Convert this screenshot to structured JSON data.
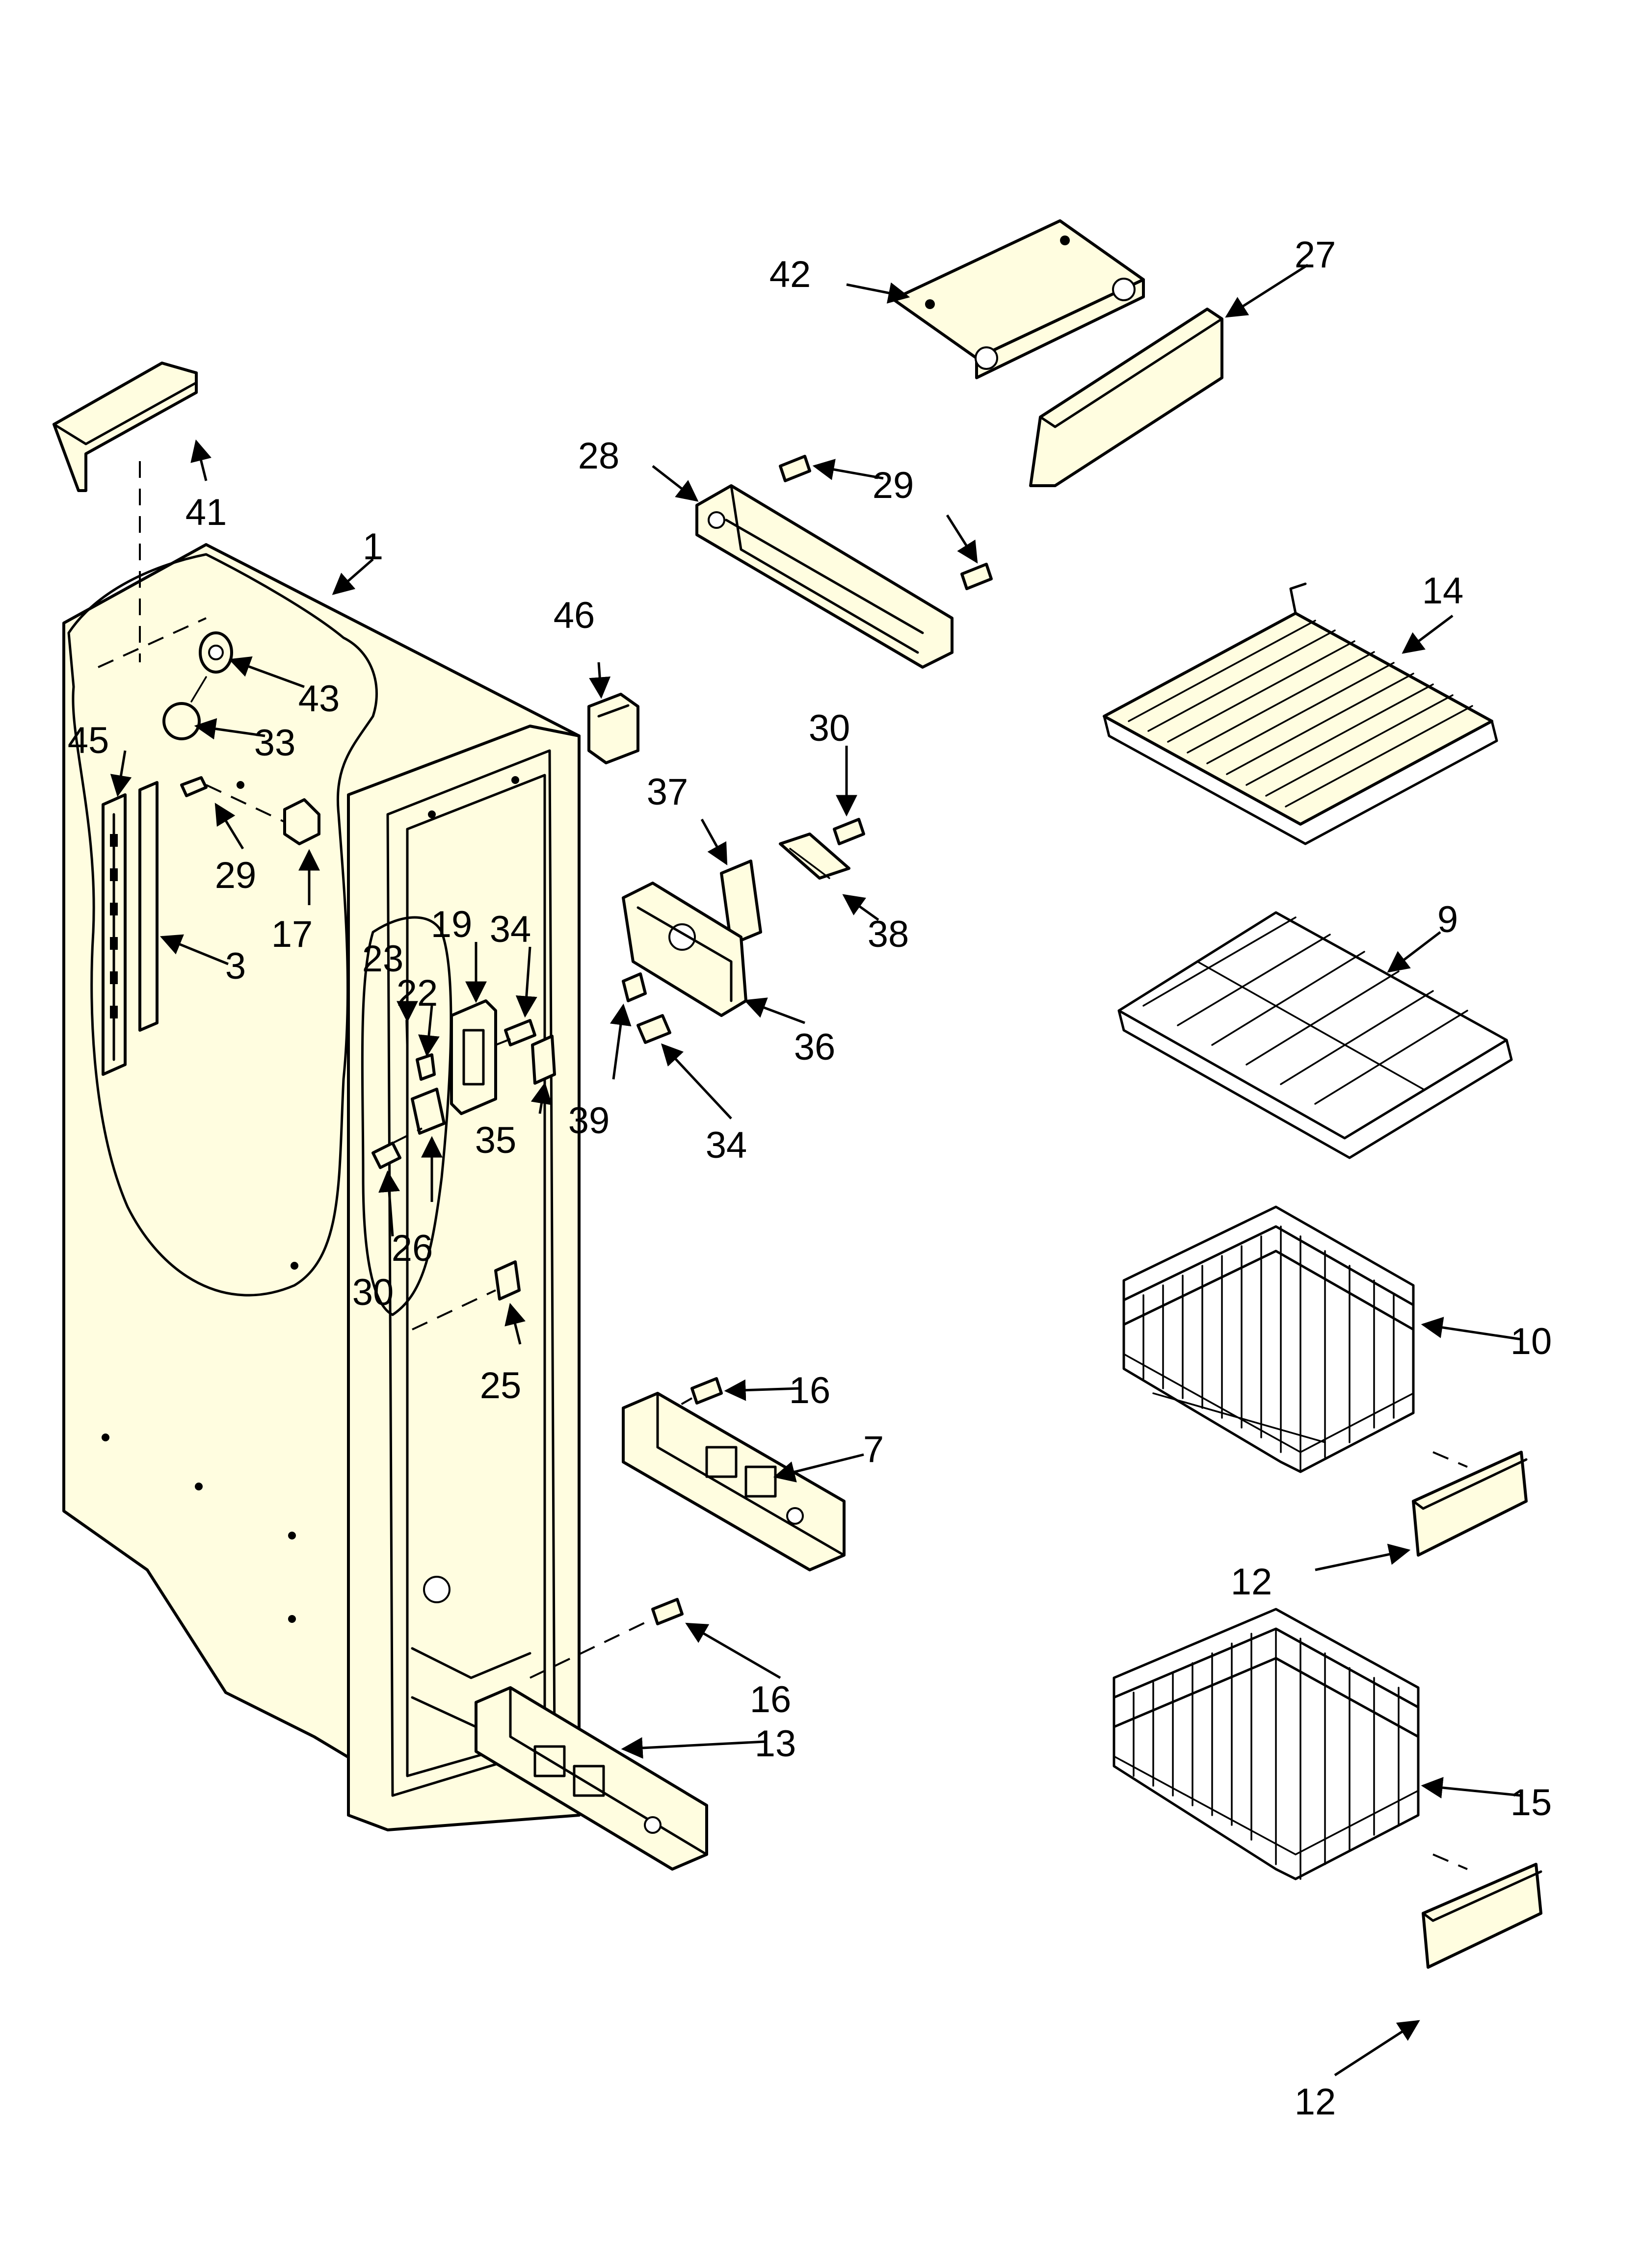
{
  "diagram": {
    "type": "exploded-parts-view",
    "callouts": [
      {
        "id": "41",
        "text": "41"
      },
      {
        "id": "1",
        "text": "1"
      },
      {
        "id": "43",
        "text": "43"
      },
      {
        "id": "33",
        "text": "33"
      },
      {
        "id": "45",
        "text": "45"
      },
      {
        "id": "29a",
        "text": "29"
      },
      {
        "id": "17",
        "text": "17"
      },
      {
        "id": "3",
        "text": "3"
      },
      {
        "id": "23",
        "text": "23"
      },
      {
        "id": "22",
        "text": "22"
      },
      {
        "id": "19",
        "text": "19"
      },
      {
        "id": "34a",
        "text": "34"
      },
      {
        "id": "35",
        "text": "35"
      },
      {
        "id": "26",
        "text": "26"
      },
      {
        "id": "30a",
        "text": "30"
      },
      {
        "id": "25",
        "text": "25"
      },
      {
        "id": "46",
        "text": "46"
      },
      {
        "id": "42",
        "text": "42"
      },
      {
        "id": "27",
        "text": "27"
      },
      {
        "id": "28",
        "text": "28"
      },
      {
        "id": "29b",
        "text": "29"
      },
      {
        "id": "14",
        "text": "14"
      },
      {
        "id": "30b",
        "text": "30"
      },
      {
        "id": "37",
        "text": "37"
      },
      {
        "id": "38",
        "text": "38"
      },
      {
        "id": "36",
        "text": "36"
      },
      {
        "id": "39",
        "text": "39"
      },
      {
        "id": "34b",
        "text": "34"
      },
      {
        "id": "9",
        "text": "9"
      },
      {
        "id": "10",
        "text": "10"
      },
      {
        "id": "12a",
        "text": "12"
      },
      {
        "id": "16a",
        "text": "16"
      },
      {
        "id": "7",
        "text": "7"
      },
      {
        "id": "16b",
        "text": "16"
      },
      {
        "id": "13",
        "text": "13"
      },
      {
        "id": "15",
        "text": "15"
      },
      {
        "id": "12b",
        "text": "12"
      }
    ]
  }
}
